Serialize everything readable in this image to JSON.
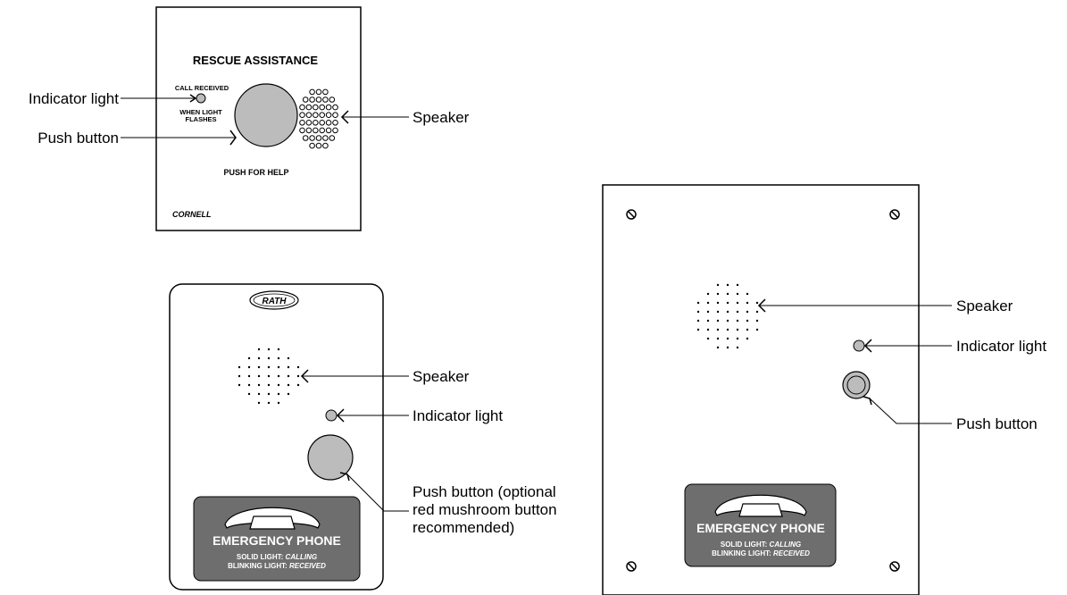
{
  "panel1": {
    "title": "RESCUE ASSISTANCE",
    "indicator_line1": "CALL RECEIVED",
    "indicator_line2": "WHEN LIGHT",
    "indicator_line3": "FLASHES",
    "button_caption": "PUSH FOR HELP",
    "brand": "CORNELL",
    "label_indicator": "Indicator light",
    "label_push": "Push button",
    "label_speaker": "Speaker"
  },
  "panel2": {
    "logo": "RATH",
    "label_speaker": "Speaker",
    "label_indicator": "Indicator light",
    "label_push_line1": "Push button (optional",
    "label_push_line2": "red mushroom button",
    "label_push_line3": "recommended)",
    "sign_title": "EMERGENCY PHONE",
    "sign_line1_prefix": "SOLID LIGHT: ",
    "sign_line1_value": "CALLING",
    "sign_line2_prefix": "BLINKING LIGHT: ",
    "sign_line2_value": "RECEIVED"
  },
  "panel3": {
    "label_speaker": "Speaker",
    "label_indicator": "Indicator light",
    "label_push": "Push button",
    "sign_title": "EMERGENCY PHONE",
    "sign_line1_prefix": "SOLID LIGHT: ",
    "sign_line1_value": "CALLING",
    "sign_line2_prefix": "BLINKING LIGHT: ",
    "sign_line2_value": "RECEIVED"
  },
  "colors": {
    "button_fill": "#bcbcbc",
    "sign_fill": "#6e6e6e",
    "sign_text": "#ffffff"
  }
}
